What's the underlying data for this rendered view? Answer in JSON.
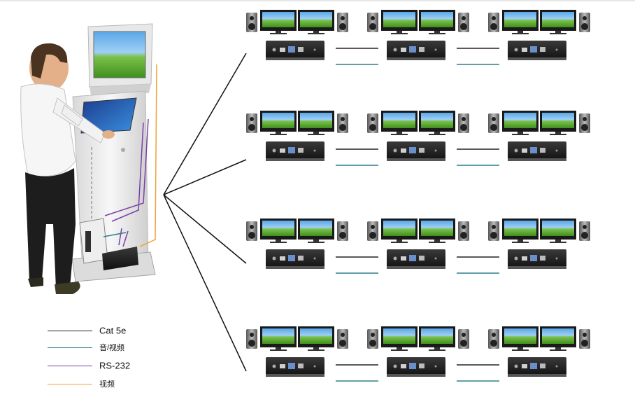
{
  "legend": [
    {
      "label": "Cat 5e",
      "color": "#222222"
    },
    {
      "label": "音/视频",
      "color": "#2e7f8c"
    },
    {
      "label": "RS-232",
      "color": "#7b3fa8"
    },
    {
      "label": "视频",
      "color": "#f0a23a"
    }
  ],
  "grid": {
    "rows": 4,
    "columns": 3
  },
  "icons": [
    "person-icon",
    "kiosk-icon",
    "monitor-icon",
    "speaker-icon",
    "receiver-box-icon"
  ]
}
